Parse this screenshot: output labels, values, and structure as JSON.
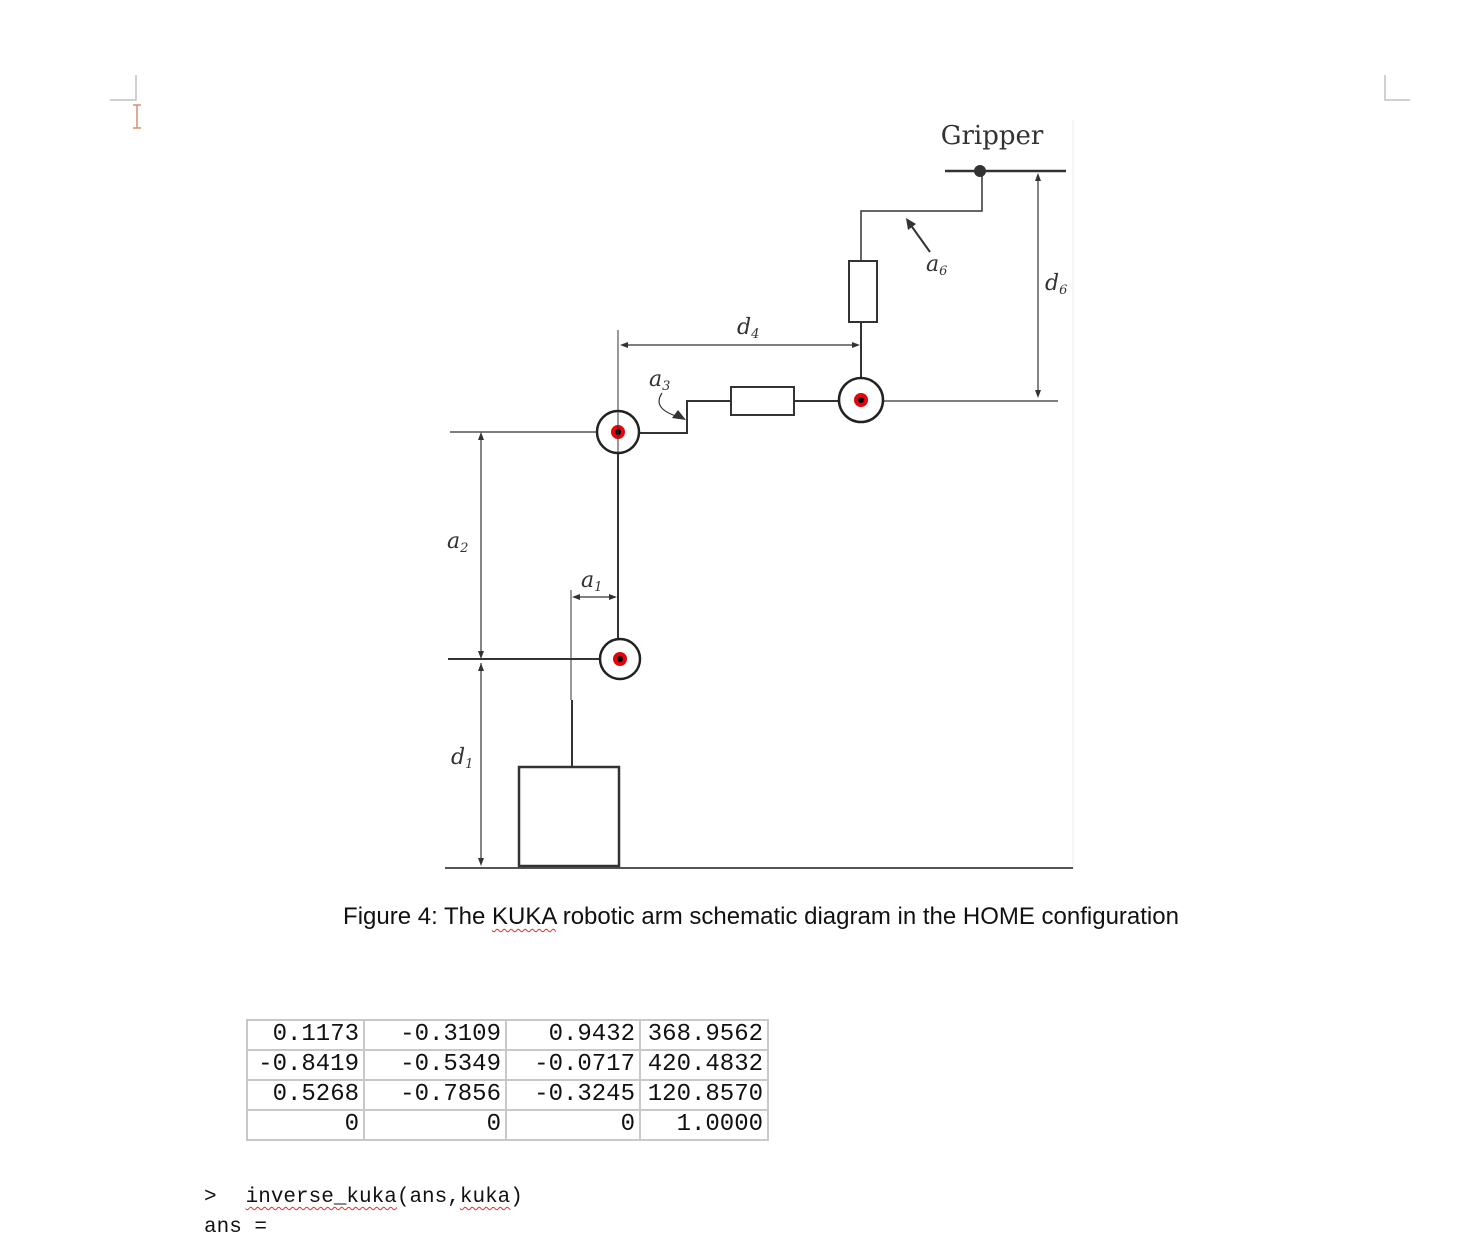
{
  "figure": {
    "labels": {
      "gripper": "Gripper",
      "a1": "a",
      "a1_sub": "1",
      "a2": "a",
      "a2_sub": "2",
      "a3": "a",
      "a3_sub": "3",
      "a6": "a",
      "a6_sub": "6",
      "d1": "d",
      "d1_sub": "1",
      "d4": "d",
      "d4_sub": "4",
      "d6": "d",
      "d6_sub": "6"
    },
    "joint_color": "#e8000b"
  },
  "caption": {
    "prefix": "Figure 4: The ",
    "highlight": "KUKA",
    "suffix": " robotic arm schematic diagram in the HOME configuration"
  },
  "matrix": {
    "rows": [
      [
        "0.1173",
        "-0.3109",
        "0.9432",
        "368.9562"
      ],
      [
        "-0.8419",
        "-0.5349",
        "-0.0717",
        "420.4832"
      ],
      [
        "0.5268",
        "-0.7856",
        "-0.3245",
        "120.8570"
      ],
      [
        "0",
        "0",
        "0",
        "1.0000"
      ]
    ]
  },
  "console": {
    "prompt": ">",
    "func": "inverse_kuka",
    "open": "(ans,",
    "arg": "kuka",
    "close": ")",
    "output": "ans ="
  }
}
